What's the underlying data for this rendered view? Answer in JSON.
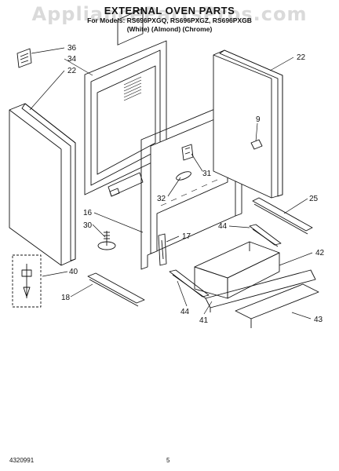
{
  "header": {
    "watermark": "AppliancePartsPros.com",
    "title": "EXTERNAL OVEN PARTS",
    "models": "For Models: RS696PXGQ, RS696PXGZ, RS696PXGB",
    "colors": "(White)   (Almond)   (Chrome)"
  },
  "footer": {
    "doc_number": "4320991",
    "page_number": "5"
  },
  "callouts": {
    "c36": "36",
    "c34": "34",
    "c22a": "22",
    "c22b": "22",
    "c9": "9",
    "c31": "31",
    "c32": "32",
    "c25": "25",
    "c16": "16",
    "c30": "30",
    "c17": "17",
    "c44a": "44",
    "c42": "42",
    "c40": "40",
    "c18": "18",
    "c44b": "44",
    "c41": "41",
    "c43": "43"
  }
}
